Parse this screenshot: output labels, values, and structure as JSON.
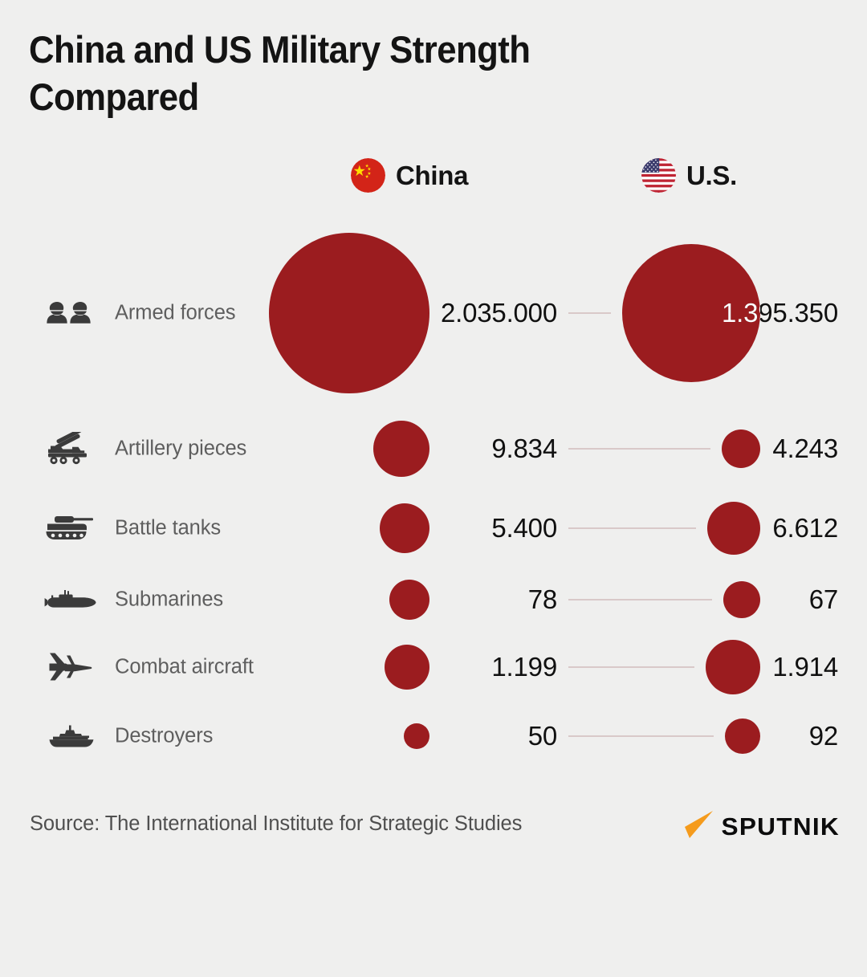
{
  "title": "China and US Military Strength Compared",
  "columns": [
    {
      "key": "china",
      "label": "China",
      "flag": "china-flag-icon"
    },
    {
      "key": "us",
      "label": "U.S.",
      "flag": "us-flag-icon"
    }
  ],
  "footer": {
    "source": "Source: The International Institute for Strategic Studies",
    "brand": "SPUTNIK"
  },
  "colors": {
    "background": "#efefee",
    "bubble": "#9b1c1f",
    "connector": "#d9c9c9",
    "label": "#5e5e5e",
    "value": "#101010",
    "value_on_bubble": "#ffffff",
    "icon": "#3b3b3b",
    "brand_accent": "#f59b1c"
  },
  "chart_data": {
    "type": "bubble",
    "title": "China and US Military Strength Compared",
    "xlabel": "",
    "ylabel": "",
    "legend_position": "top",
    "grid": false,
    "categories": [
      "Armed forces",
      "Artillery pieces",
      "Battle tanks",
      "Submarines",
      "Combat aircraft",
      "Destroyers"
    ],
    "series": [
      {
        "name": "China",
        "values": [
          2035000,
          9834,
          5400,
          78,
          1199,
          50
        ],
        "labels": [
          "2.035.000",
          "9.834",
          "5.400",
          "78",
          "1.199",
          "50"
        ]
      },
      {
        "name": "U.S.",
        "values": [
          1395350,
          4243,
          6612,
          67,
          1914,
          92
        ],
        "labels": [
          "1.395.350",
          "4.243",
          "6.612",
          "67",
          "1.914",
          "92"
        ]
      }
    ],
    "source": "Source: The International Institute for Strategic Studies"
  },
  "rows": [
    {
      "id": "armed-forces",
      "label": "Armed forces",
      "icon": "soldiers-icon",
      "china": {
        "value": "2.035.000",
        "size": 200
      },
      "us": {
        "value": "1.395.350",
        "size": 172
      }
    },
    {
      "id": "artillery-pieces",
      "label": "Artillery pieces",
      "icon": "rocket-launcher-icon",
      "china": {
        "value": "9.834",
        "size": 70
      },
      "us": {
        "value": "4.243",
        "size": 48
      }
    },
    {
      "id": "battle-tanks",
      "label": "Battle tanks",
      "icon": "tank-icon",
      "china": {
        "value": "5.400",
        "size": 62
      },
      "us": {
        "value": "6.612",
        "size": 66
      }
    },
    {
      "id": "submarines",
      "label": "Submarines",
      "icon": "submarine-icon",
      "china": {
        "value": "78",
        "size": 50
      },
      "us": {
        "value": "67",
        "size": 46
      }
    },
    {
      "id": "combat-aircraft",
      "label": "Combat aircraft",
      "icon": "jet-icon",
      "china": {
        "value": "1.199",
        "size": 56
      },
      "us": {
        "value": "1.914",
        "size": 68
      }
    },
    {
      "id": "destroyers",
      "label": "Destroyers",
      "icon": "warship-icon",
      "china": {
        "value": "50",
        "size": 32
      },
      "us": {
        "value": "92",
        "size": 44
      }
    }
  ],
  "layout": {
    "row_centers": [
      390,
      559,
      658,
      747,
      831,
      917
    ],
    "china_bubble_right": 535,
    "china_value_right": 694,
    "us_bubble_right": 947,
    "us_value_right": 1044,
    "connector_pad": 14
  }
}
